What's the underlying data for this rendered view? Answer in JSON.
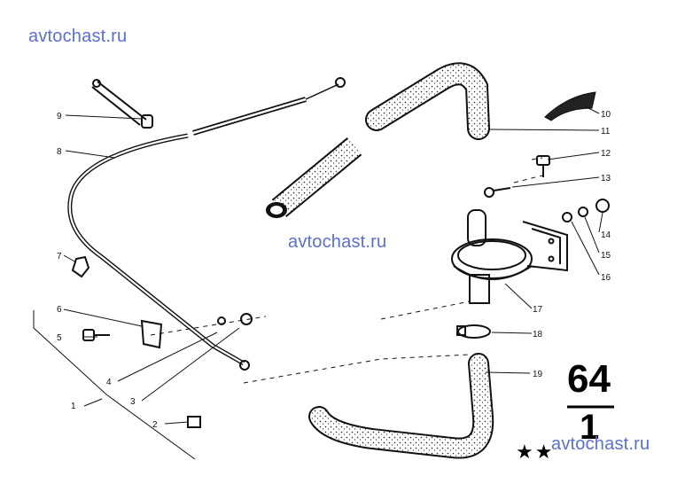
{
  "watermarks": [
    "avtochast.ru",
    "avtochast.ru",
    "avtochast.ru"
  ],
  "callouts": [
    "1",
    "2",
    "3",
    "4",
    "5",
    "6",
    "7",
    "8",
    "9",
    "10",
    "11",
    "12",
    "13",
    "14",
    "15",
    "16",
    "17",
    "18",
    "19"
  ],
  "group": {
    "top": "64",
    "bottom": "1"
  },
  "stars": "★★",
  "colors": {
    "ink": "#111111",
    "watermark": "#5a6fd0"
  }
}
